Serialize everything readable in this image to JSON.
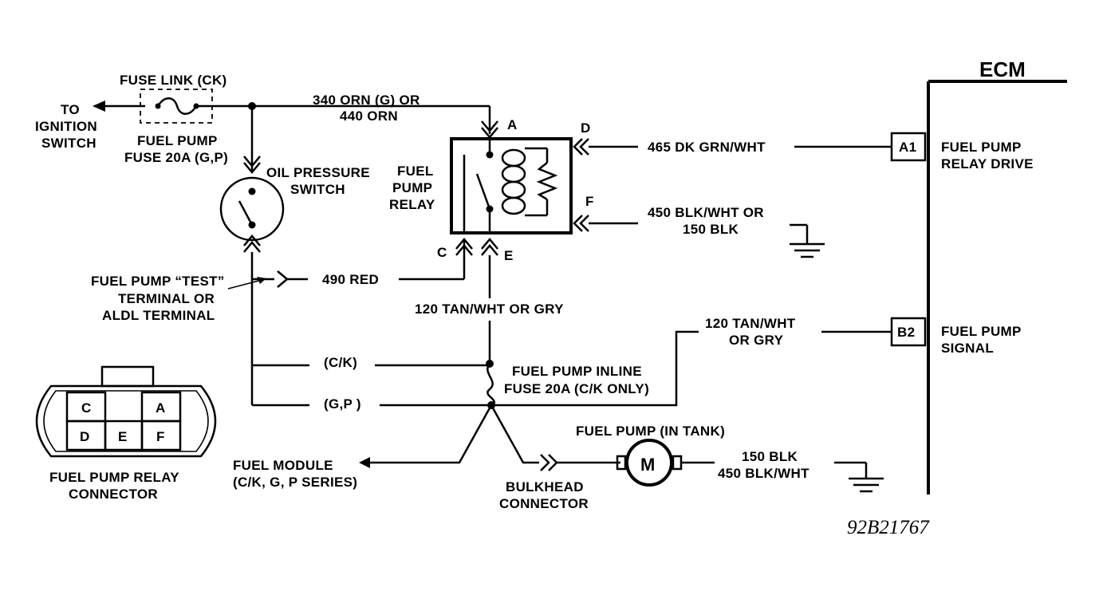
{
  "ecm": {
    "title": "ECM"
  },
  "fuse_link": {
    "title": "FUSE LINK (CK)",
    "to_ignition": [
      "TO",
      "IGNITION",
      "SWITCH"
    ],
    "fuse": [
      "FUEL PUMP",
      "FUSE 20A (G,P)"
    ]
  },
  "wire_340": [
    "340 ORN (G) OR",
    "440 ORN"
  ],
  "oil_pressure_switch": [
    "OIL PRESSURE",
    "SWITCH"
  ],
  "relay": {
    "label": [
      "FUEL",
      "PUMP",
      "RELAY"
    ],
    "pins": {
      "a": "A",
      "c": "C",
      "d": "D",
      "e": "E",
      "f": "F"
    }
  },
  "wire_465": "465 DK GRN/WHT",
  "wire_450": [
    "450 BLK/WHT OR",
    "150 BLK"
  ],
  "ecm_pins": {
    "a1": {
      "pin": "A1",
      "label": [
        "FUEL PUMP",
        "RELAY DRIVE"
      ]
    },
    "b2": {
      "pin": "B2",
      "label": [
        "FUEL PUMP",
        "SIGNAL"
      ]
    }
  },
  "test_terminal": [
    "FUEL PUMP “TEST”",
    "TERMINAL OR",
    "ALDL TERMINAL"
  ],
  "wire_490": "490 RED",
  "wire_120_center": "120 TAN/WHT OR GRY",
  "wire_120_right": [
    "120 TAN/WHT",
    "OR GRY"
  ],
  "inline_fuse": [
    "FUEL PUMP INLINE",
    "FUSE 20A (C/K ONLY)"
  ],
  "branch_ck": "(C/K)",
  "branch_gp": "(G,P )",
  "fuel_module": [
    "FUEL MODULE",
    "(C/K, G, P SERIES)"
  ],
  "bulkhead": [
    "BULKHEAD",
    "CONNECTOR"
  ],
  "fuel_pump": {
    "title": "FUEL PUMP (IN TANK)",
    "symbol": "M"
  },
  "wire_150": [
    "150 BLK",
    "450 BLK/WHT"
  ],
  "connector": {
    "cells": [
      "C",
      "A",
      "D",
      "E",
      "F"
    ],
    "label": [
      "FUEL PUMP RELAY",
      "CONNECTOR"
    ]
  },
  "figure_id": "92B21767"
}
